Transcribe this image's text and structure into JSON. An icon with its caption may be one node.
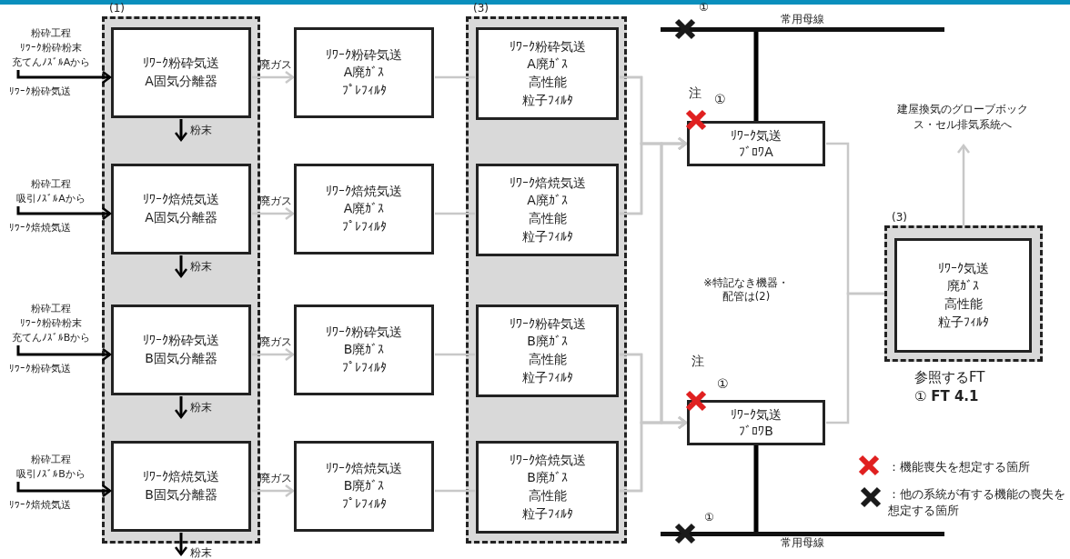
{
  "diagram": {
    "nodes": [
      {
        "text": [
          "粉砕工程",
          "ﾘﾜｰｸ粉砕粉末",
          "充てんﾉｽﾞﾙAから"
        ]
      },
      {
        "text": [
          "粉砕工程",
          "吸引ﾉｽﾞﾙAから"
        ]
      },
      {
        "text": [
          "粉砕工程",
          "ﾘﾜｰｸ粉砕粉末",
          "充てんﾉｽﾞﾙBから"
        ]
      },
      {
        "text": [
          "粉砕工程",
          "吸引ﾉｽﾞﾙBから"
        ]
      },
      {
        "text": [
          "(1)"
        ]
      },
      {
        "text": [
          "ﾘﾜｰｸ粉砕気送",
          "A固気分離器"
        ],
        "in": 4
      },
      {
        "text": [
          "ﾘﾜｰｸ焙焼気送",
          "A固気分離器"
        ],
        "in": 4
      },
      {
        "text": [
          "ﾘﾜｰｸ粉砕気送",
          "B固気分離器"
        ],
        "in": 4
      },
      {
        "text": [
          "ﾘﾜｰｸ焙焼気送",
          "B固気分離器"
        ],
        "in": 4
      },
      {
        "text": [
          "ﾘﾜｰｸ粉砕気送",
          "A廃ｶﾞｽ",
          "ﾌﾟﾚﾌｨﾙﾀ"
        ]
      },
      {
        "text": [
          "ﾘﾜｰｸ焙焼気送",
          "A廃ｶﾞｽ",
          "ﾌﾟﾚﾌｨﾙﾀ"
        ]
      },
      {
        "text": [
          "ﾘﾜｰｸ粉砕気送",
          "B廃ｶﾞｽ",
          "ﾌﾟﾚﾌｨﾙﾀ"
        ]
      },
      {
        "text": [
          "ﾘﾜｰｸ焙焼気送",
          "B廃ｶﾞｽ",
          "ﾌﾟﾚﾌｨﾙﾀ"
        ]
      },
      {
        "text": [
          "(3)"
        ]
      },
      {
        "text": [
          "ﾘﾜｰｸ粉砕気送",
          "A廃ｶﾞｽ",
          "高性能",
          "粒子ﾌｨﾙﾀ"
        ],
        "in": 13
      },
      {
        "text": [
          "ﾘﾜｰｸ焙焼気送",
          "A廃ｶﾞｽ",
          "高性能",
          "粒子ﾌｨﾙﾀ"
        ],
        "in": 13
      },
      {
        "text": [
          "ﾘﾜｰｸ粉砕気送",
          "B廃ｶﾞｽ",
          "高性能",
          "粒子ﾌｨﾙﾀ"
        ],
        "in": 13
      },
      {
        "text": [
          "ﾘﾜｰｸ焙焼気送",
          "B廃ｶﾞｽ",
          "高性能",
          "粒子ﾌｨﾙﾀ"
        ],
        "in": 13
      },
      {
        "text": [
          "常用母線"
        ],
        "beside": [
          "①"
        ]
      },
      {
        "text": [
          "ﾘﾜｰｸ気送",
          "ﾌﾞﾛﾜA"
        ],
        "beside": [
          "注",
          "①"
        ]
      },
      {
        "text": [
          "ﾘﾜｰｸ気送",
          "ﾌﾞﾛﾜB"
        ],
        "beside": [
          "注",
          "①"
        ]
      },
      {
        "text": [
          "常用母線"
        ],
        "beside": [
          "①"
        ]
      },
      {
        "text": [
          "建屋換気のグローブボックス・セル排気系統へ"
        ]
      },
      {
        "text": [
          "(3)"
        ]
      },
      {
        "text": [
          "ﾘﾜｰｸ気送",
          "廃ｶﾞｽ",
          "高性能",
          "粒子ﾌｨﾙﾀ"
        ],
        "in": 23
      }
    ],
    "edges": [
      {
        "from": 0,
        "to": 5,
        "arrow": "to",
        "label": "ﾘﾜｰｸ粉砕気送",
        "color": "#000000"
      },
      {
        "from": 1,
        "to": 6,
        "arrow": "to",
        "label": "ﾘﾜｰｸ焙焼気送",
        "color": "#000000"
      },
      {
        "from": 2,
        "to": 7,
        "arrow": "to",
        "label": "ﾘﾜｰｸ粉砕気送",
        "color": "#000000"
      },
      {
        "from": 3,
        "to": 8,
        "arrow": "to",
        "label": "ﾘﾜｰｸ焙焼気送",
        "color": "#000000"
      },
      {
        "from": 5,
        "to": null,
        "arrow": "to",
        "label": "粉末",
        "color": "#000000"
      },
      {
        "from": 6,
        "to": null,
        "arrow": "to",
        "label": "粉末",
        "color": "#000000"
      },
      {
        "from": 7,
        "to": null,
        "arrow": "to",
        "label": "粉末",
        "color": "#000000"
      },
      {
        "from": 8,
        "to": null,
        "arrow": "to",
        "label": "粉末",
        "color": "#000000"
      },
      {
        "from": 5,
        "to": 9,
        "arrow": "to",
        "label": "廃ガス"
      },
      {
        "from": 6,
        "to": 10,
        "arrow": "to",
        "label": "廃ガス"
      },
      {
        "from": 7,
        "to": 11,
        "arrow": "to",
        "label": "廃ガス"
      },
      {
        "from": 8,
        "to": 12,
        "arrow": "to",
        "label": "廃ガス"
      },
      {
        "from": 9,
        "to": 14,
        "arrow": "none"
      },
      {
        "from": 10,
        "to": 15,
        "arrow": "none"
      },
      {
        "from": 11,
        "to": 16,
        "arrow": "none"
      },
      {
        "from": 12,
        "to": 17,
        "arrow": "none"
      },
      {
        "from": 14,
        "to": 19,
        "arrow": "to"
      },
      {
        "from": 15,
        "to": 19,
        "arrow": "to"
      },
      {
        "from": 16,
        "to": 19,
        "arrow": "to"
      },
      {
        "from": 17,
        "to": 19,
        "arrow": "to"
      },
      {
        "from": 14,
        "to": 20,
        "arrow": "to"
      },
      {
        "from": 15,
        "to": 20,
        "arrow": "to"
      },
      {
        "from": 16,
        "to": 20,
        "arrow": "to"
      },
      {
        "from": 17,
        "to": 20,
        "arrow": "to"
      },
      {
        "from": 18,
        "to": 19,
        "arrow": "none",
        "style": "thick",
        "color": "#000000"
      },
      {
        "from": 21,
        "to": 20,
        "arrow": "none",
        "style": "thick",
        "color": "#000000"
      },
      {
        "from": 19,
        "to": 23,
        "arrow": "none"
      },
      {
        "from": 20,
        "to": 23,
        "arrow": "none"
      },
      {
        "from": 23,
        "to": 22,
        "arrow": "to"
      }
    ],
    "labels": [
      "※特記なき機器・配管は(2)",
      "参照するFT",
      "① **FT 4.1**"
    ],
    "legend": [
      {
        "text": "：機能喪失を想定する箇所"
      },
      {
        "text": "：他の系統が有する機能の喪失を想定する箇所"
      }
    ]
  }
}
